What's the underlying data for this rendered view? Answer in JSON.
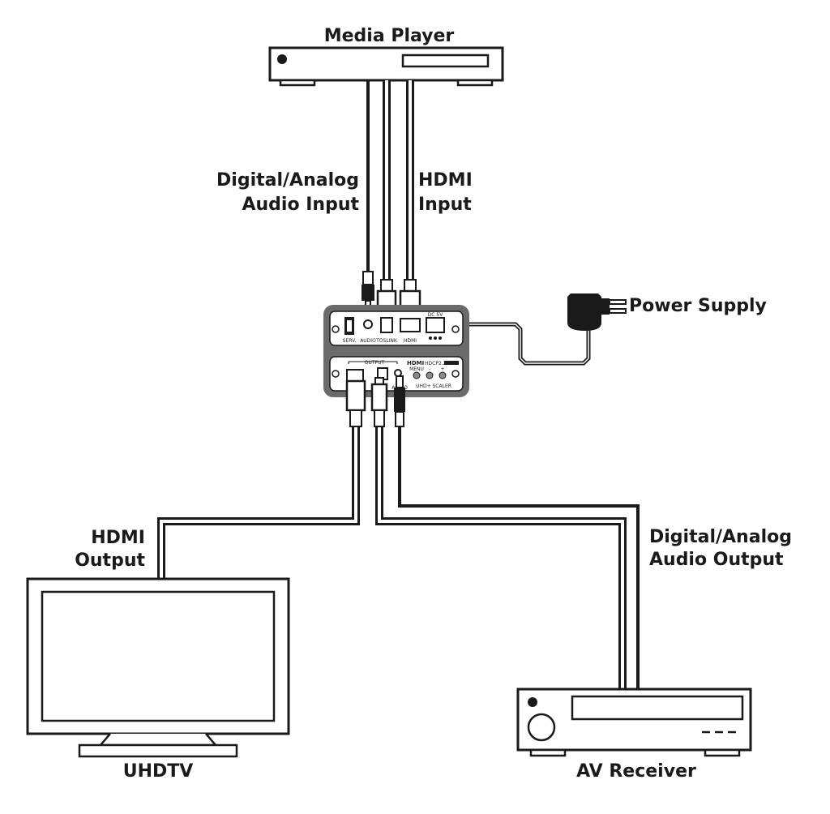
{
  "devices": {
    "media_player": "Media Player",
    "uhdtv": "UHDTV",
    "av_receiver": "AV Receiver",
    "power_supply": "Power Supply"
  },
  "connections": {
    "audio_input": [
      "Digital/Analog",
      "Audio Input"
    ],
    "hdmi_input": [
      "HDMI",
      "Input"
    ],
    "hdmi_output": [
      "HDMI",
      "Output"
    ],
    "audio_output": [
      "Digital/Analog",
      "Audio Output"
    ]
  },
  "panel_top": {
    "serv": "SERV.",
    "audio": "AUDIO",
    "toslink": "TOSLINK",
    "hdmi": "HDMI",
    "dc": "DC 5V"
  },
  "panel_bottom": {
    "output": "OUTPUT",
    "hdmi_logo": "HDMI",
    "hdcp": "HDCP2.2",
    "menu": "MENU",
    "minus": "-",
    "plus": "+",
    "scaler": "UHD+ SCALER",
    "audio": "AUDIO"
  },
  "colors": {
    "line": "#1a1a1a",
    "panel": "#6b6b6b",
    "face": "#ffffff"
  }
}
